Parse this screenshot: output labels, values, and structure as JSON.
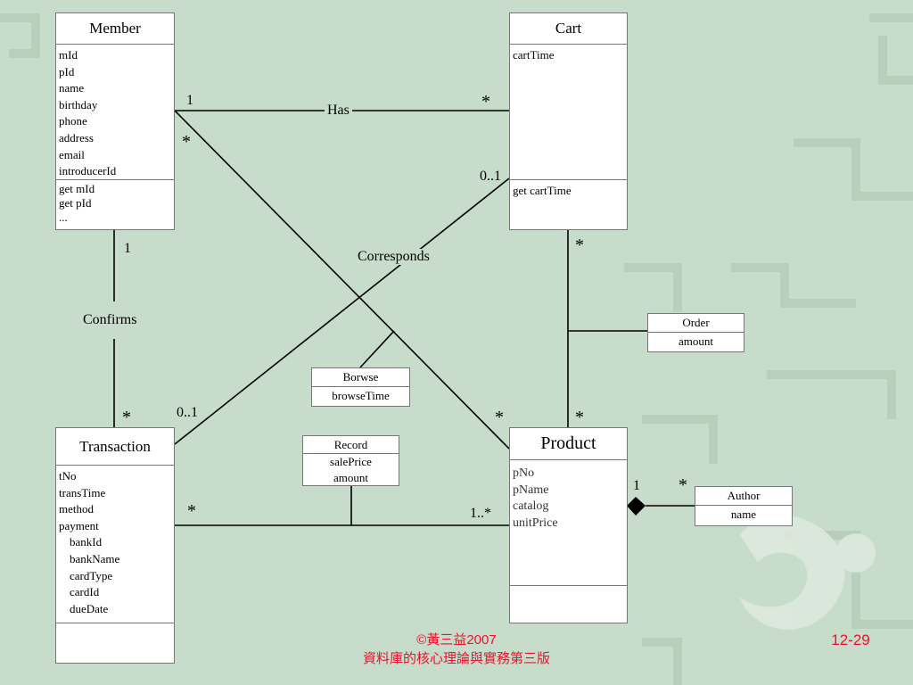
{
  "classes": {
    "member": {
      "name": "Member",
      "attributes": [
        "mId",
        "pId",
        "name",
        "birthday",
        "phone",
        "address",
        "email",
        "introducerId"
      ],
      "methods": [
        "get mId",
        "get pId",
        "..."
      ]
    },
    "cart": {
      "name": "Cart",
      "attributes": [
        "cartTime"
      ],
      "methods": [
        "get cartTime"
      ]
    },
    "transaction": {
      "name": "Transaction",
      "attributes": [
        "tNo",
        "transTime",
        "method",
        "payment"
      ],
      "sub_attributes": [
        "bankId",
        "bankName",
        "cardType",
        "cardId",
        "dueDate"
      ]
    },
    "product": {
      "name": "Product",
      "attributes": [
        "pNo",
        "pName",
        "catalog",
        "unitPrice"
      ]
    }
  },
  "association_classes": {
    "order": {
      "name": "Order",
      "attribute": "amount"
    },
    "borwse": {
      "name": "Borwse",
      "attribute": "browseTime"
    },
    "record": {
      "name": "Record",
      "attributes": [
        "salePrice",
        "amount"
      ]
    },
    "author": {
      "name": "Author",
      "attribute": "name"
    }
  },
  "associations": {
    "has": "Has",
    "corresponds": "Corresponds",
    "confirms": "Confirms"
  },
  "multiplicities": {
    "member_has": "1",
    "cart_has": "*",
    "member_product": "*",
    "cart_corresponds": "0..1",
    "member_confirms": "1",
    "cart_order": "*",
    "transaction_confirms": "*",
    "transaction_corresponds": "0..1",
    "product_member": "*",
    "product_order": "*",
    "transaction_record": "*",
    "product_record": "1..*",
    "product_author": "1",
    "author_product": "*"
  },
  "footer": {
    "copyright": "©黃三益2007",
    "book": "資料庫的核心理論與實務第三版",
    "page": "12-29"
  },
  "colors": {
    "background": "#c8dccb",
    "footer_text": "#e8142a"
  }
}
